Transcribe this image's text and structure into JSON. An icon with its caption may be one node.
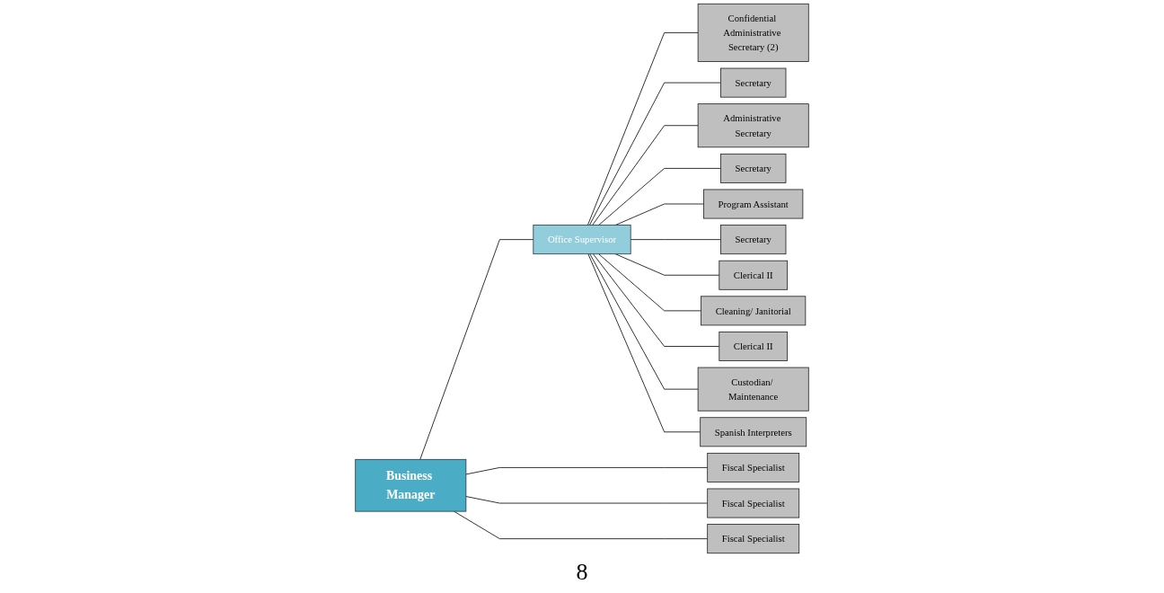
{
  "diagram": {
    "nodes": [
      {
        "text": [
          "Business Manager"
        ]
      },
      {
        "text": [
          "Office Supervisor"
        ]
      },
      {
        "text": [
          "Confidential Administrative Secretary (2)"
        ]
      },
      {
        "text": [
          "Secretary"
        ]
      },
      {
        "text": [
          "Clerical II"
        ]
      },
      {
        "text": [
          "Cleaning/ Janitorial"
        ]
      },
      {
        "text": [
          "Fiscal Specialist"
        ]
      },
      {
        "text": [
          "Administrative Secretary"
        ]
      },
      {
        "text": [
          "Secretary"
        ]
      },
      {
        "text": [
          "Clerical II"
        ]
      },
      {
        "text": [
          "Custodian/ Maintenance"
        ]
      },
      {
        "text": [
          "Fiscal Specialist"
        ]
      },
      {
        "text": [
          "Program Assistant"
        ]
      },
      {
        "text": [
          "Secretary"
        ]
      },
      {
        "text": [
          "Spanish Interpreters"
        ]
      },
      {
        "text": [
          "Fiscal Specialist"
        ]
      }
    ],
    "edges": [
      {
        "from": 0,
        "to": 1,
        "arrow": "none"
      },
      {
        "from": 0,
        "to": 6,
        "arrow": "none"
      },
      {
        "from": 0,
        "to": 11,
        "arrow": "none"
      },
      {
        "from": 0,
        "to": 15,
        "arrow": "none"
      },
      {
        "from": 1,
        "to": 2,
        "arrow": "none"
      },
      {
        "from": 1,
        "to": 3,
        "arrow": "none"
      },
      {
        "from": 1,
        "to": 7,
        "arrow": "none"
      },
      {
        "from": 1,
        "to": 8,
        "arrow": "none"
      },
      {
        "from": 1,
        "to": 12,
        "arrow": "none"
      },
      {
        "from": 1,
        "to": 13,
        "arrow": "none"
      },
      {
        "from": 1,
        "to": 4,
        "arrow": "none"
      },
      {
        "from": 1,
        "to": 5,
        "arrow": "none"
      },
      {
        "from": 1,
        "to": 9,
        "arrow": "none"
      },
      {
        "from": 1,
        "to": 10,
        "arrow": "none"
      },
      {
        "from": 1,
        "to": 14,
        "arrow": "none"
      }
    ],
    "labels": [
      "8"
    ]
  }
}
